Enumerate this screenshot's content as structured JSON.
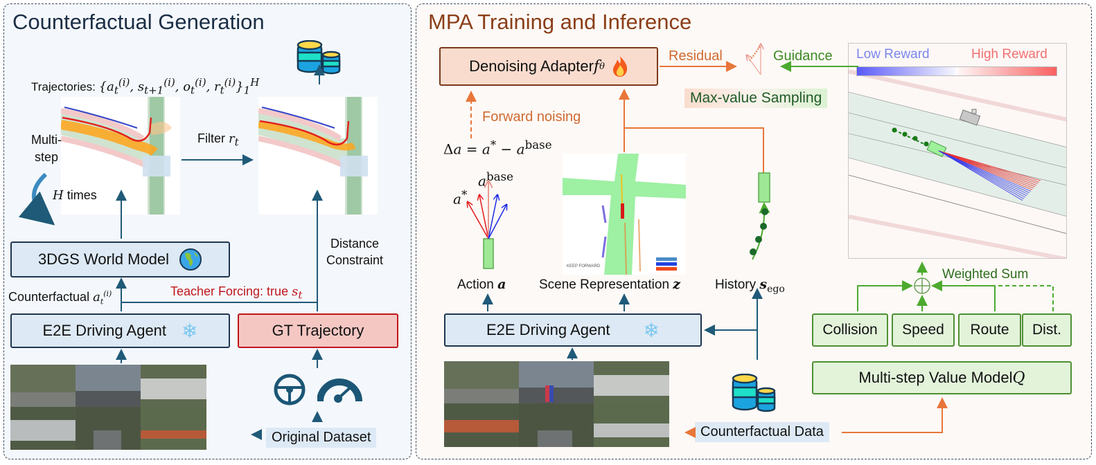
{
  "left_panel": {
    "title": "Counterfactual Generation",
    "trajectories_label": "Trajectories:",
    "trajectories_formula": "{a_t^(i), s_{t+1}^(i), o_t^(i), r_t^(i)}_1^H",
    "multistep_label": "Multi-\nstep",
    "multistep_line1": "Multi-",
    "multistep_line2": "step",
    "htimes_var": "H",
    "htimes_label": " times",
    "filter_label": "Filter ",
    "filter_var": "r",
    "filter_sub": "t",
    "world_model_label": "3DGS World Model",
    "distance_line1": "Distance",
    "distance_line2": "Constraint",
    "counterfactual_label": "Counterfactual ",
    "counterfactual_var": "a",
    "teacher_forcing_label": "Teacher Forcing: true ",
    "teacher_forcing_var": "s",
    "teacher_forcing_sub": "t",
    "agent_label": "E2E Driving Agent",
    "gt_label": "GT Trajectory",
    "dataset_label": "Original Dataset",
    "icons": [
      "database-icon",
      "globe-icon",
      "snowflake-icon",
      "steering-wheel-icon",
      "speedometer-icon"
    ]
  },
  "right_panel": {
    "title": "MPA Training and Inference",
    "adapter_label": "Denoising Adapter ",
    "adapter_var": "f",
    "adapter_sub": "θ",
    "residual_label": "Residual",
    "guidance_label": "Guidance",
    "max_value_label": "Max-value Sampling",
    "forward_noising_label": "Forward noising",
    "delta_formula": "Δa = a* − a^base",
    "a_star_label": "a*",
    "a_base_label": "a^base",
    "action_label": "Action ",
    "action_var": "a",
    "scene_label": "Scene Representation ",
    "scene_var": "z",
    "history_label": "History ",
    "history_var": "s",
    "history_sub": "ego",
    "scene_caption": "KEEP FORWARD",
    "agent_label": "E2E Driving Agent",
    "cf_data_label": "Counterfactual Data",
    "low_reward_label": "Low Reward",
    "high_reward_label": "High Reward",
    "weighted_sum_label": "Weighted Sum",
    "reward_terms": [
      "Collision",
      "Speed",
      "Route",
      "Dist."
    ],
    "value_model_label": "Multi-step Value Model ",
    "value_model_var": "Q",
    "icons": [
      "fire-icon",
      "snowflake-icon",
      "database-icon",
      "sum-circle-icon"
    ]
  },
  "colors": {
    "title_left": "#1b2e45",
    "title_right": "#8a3e18",
    "arrow_blue": "#1f5a78",
    "arrow_orange": "#e8763a",
    "arrow_green": "#4caa2e",
    "text_red": "#c0161c",
    "text_orange": "#d06a30",
    "text_green": "#3d8a24",
    "low_reward": "#7b86ee",
    "high_reward": "#f07070"
  }
}
